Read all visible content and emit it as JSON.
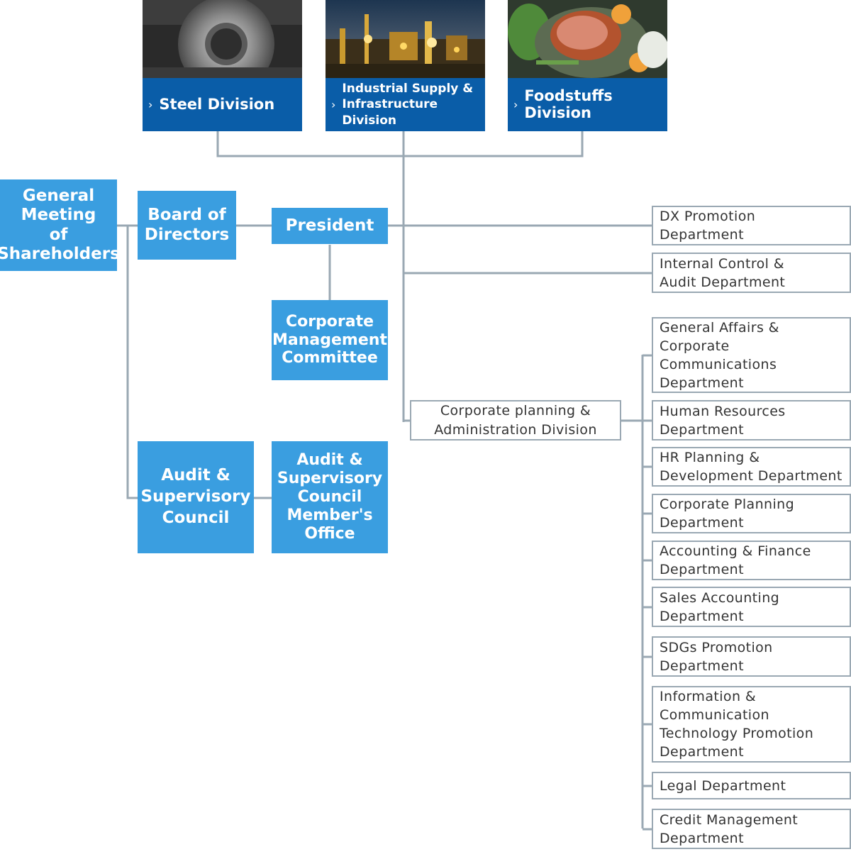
{
  "divisions": [
    {
      "label": "Steel Division",
      "icon": "steel-coil-photo"
    },
    {
      "label": "Industrial Supply &\nInfrastructure Division",
      "icon": "industrial-plant-photo"
    },
    {
      "label": "Foodstuffs Division",
      "icon": "food-platter-photo"
    }
  ],
  "nodes": {
    "general_meeting": "General\nMeeting\nof\nShareholders",
    "board": "Board of\nDirectors",
    "president": "President",
    "corporate_management_committee": "Corporate\nManagement\nCommittee",
    "audit_council": "Audit &\nSupervisory\nCouncil",
    "audit_office": "Audit &\nSupervisory\nCouncil\nMember's\nOffice",
    "corporate_planning_division": "Corporate planning &\nAdministration Division"
  },
  "top_departments": [
    "DX Promotion\nDepartment",
    "Internal Control &\nAudit Department"
  ],
  "departments": [
    "General Affairs &\nCorporate\nCommunications\nDepartment",
    "Human Resources\nDepartment",
    "HR Planning &\nDevelopment Department",
    "Corporate Planning\nDepartment",
    "Accounting & Finance\nDepartment",
    "Sales Accounting\nDepartment",
    "SDGs Promotion\nDepartment",
    "Information &\nCommunication\nTechnology Promotion\nDepartment",
    "Legal Department",
    "Credit Management\nDepartment"
  ],
  "colors": {
    "box_blue": "#3a9ee0",
    "division_blue": "#0a5da8",
    "line_gray": "#9aa8b3"
  }
}
